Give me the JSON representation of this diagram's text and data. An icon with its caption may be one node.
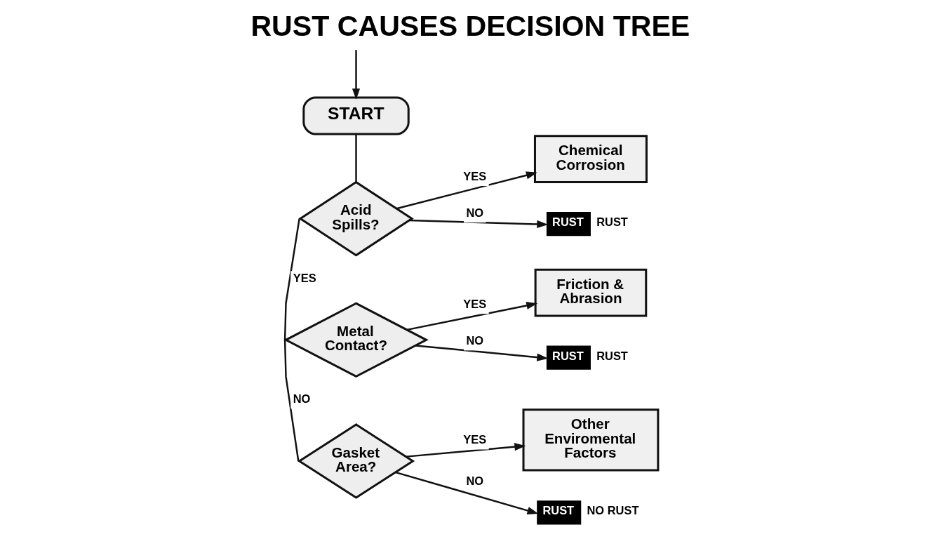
{
  "diagram": {
    "title": "RUST CAUSES DECISION TREE",
    "nodes": [
      {
        "text": [
          "START"
        ]
      },
      {
        "text": [
          "Acid Spills?"
        ]
      },
      {
        "text": [
          "Chemical Corrosion"
        ]
      },
      {
        "text": [
          "RUST"
        ],
        "beside": [
          "RUST"
        ]
      },
      {
        "text": [
          "Metal Contact?"
        ]
      },
      {
        "text": [
          "Friction & Abrasion"
        ]
      },
      {
        "text": [
          "RUST"
        ],
        "beside": [
          "RUST"
        ]
      },
      {
        "text": [
          "Gasket Area?"
        ]
      },
      {
        "text": [
          "Other Enviromental Factors"
        ]
      },
      {
        "text": [
          "RUST"
        ],
        "beside": [
          "NO RUST"
        ]
      }
    ],
    "edges": [
      {
        "from": null,
        "to": 0,
        "arrow": "to"
      },
      {
        "from": 0,
        "to": 1,
        "arrow": "none"
      },
      {
        "from": 1,
        "to": 2,
        "label": "YES",
        "arrow": "to"
      },
      {
        "from": 1,
        "to": 3,
        "label": "NO",
        "arrow": "to"
      },
      {
        "from": 1,
        "to": 4,
        "label": "YES",
        "arrow": "none"
      },
      {
        "from": 4,
        "to": 5,
        "label": "YES",
        "arrow": "to"
      },
      {
        "from": 4,
        "to": 6,
        "label": "NO",
        "arrow": "to"
      },
      {
        "from": 4,
        "to": 7,
        "label": "NO",
        "arrow": "none"
      },
      {
        "from": 7,
        "to": 8,
        "label": "YES",
        "arrow": "to"
      },
      {
        "from": 7,
        "to": 9,
        "label": "NO",
        "arrow": "to"
      }
    ]
  }
}
